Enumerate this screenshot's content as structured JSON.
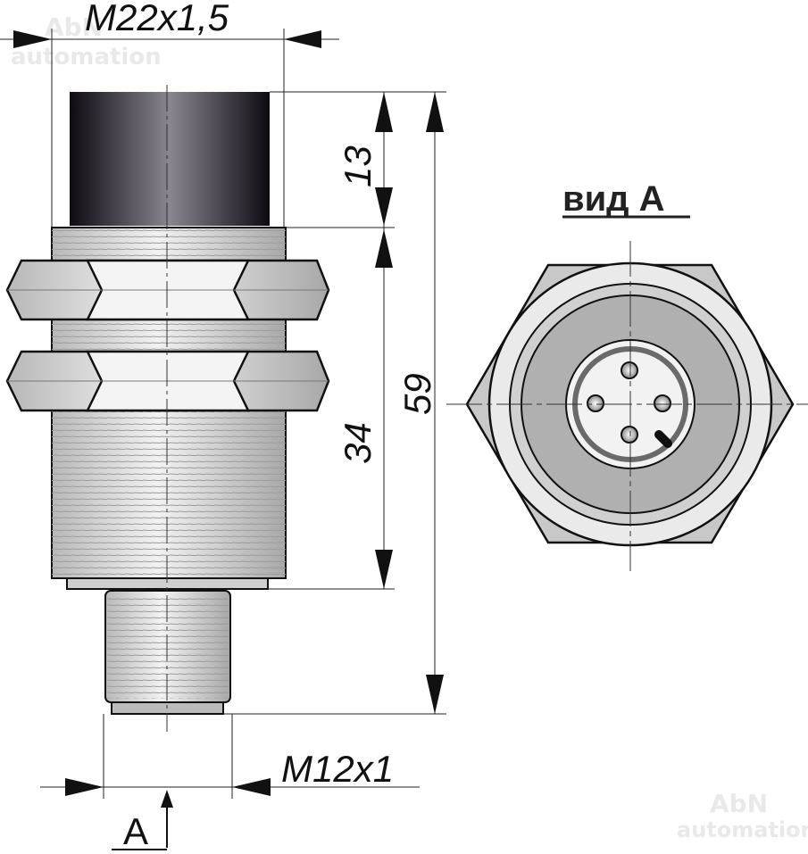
{
  "drawing": {
    "dimensions": {
      "thread_main": "M22x1,5",
      "face_length": "13",
      "body_length": "34",
      "total_length": "59",
      "thread_connector": "M12x1"
    },
    "view_marker": "A",
    "view_title": "вид A",
    "watermark": {
      "line1": "AbN",
      "line2": "automation"
    },
    "colors": {
      "face": "#2a2430",
      "metal": "#d8d8d8",
      "connector_ring": "#6a6a6a"
    }
  }
}
